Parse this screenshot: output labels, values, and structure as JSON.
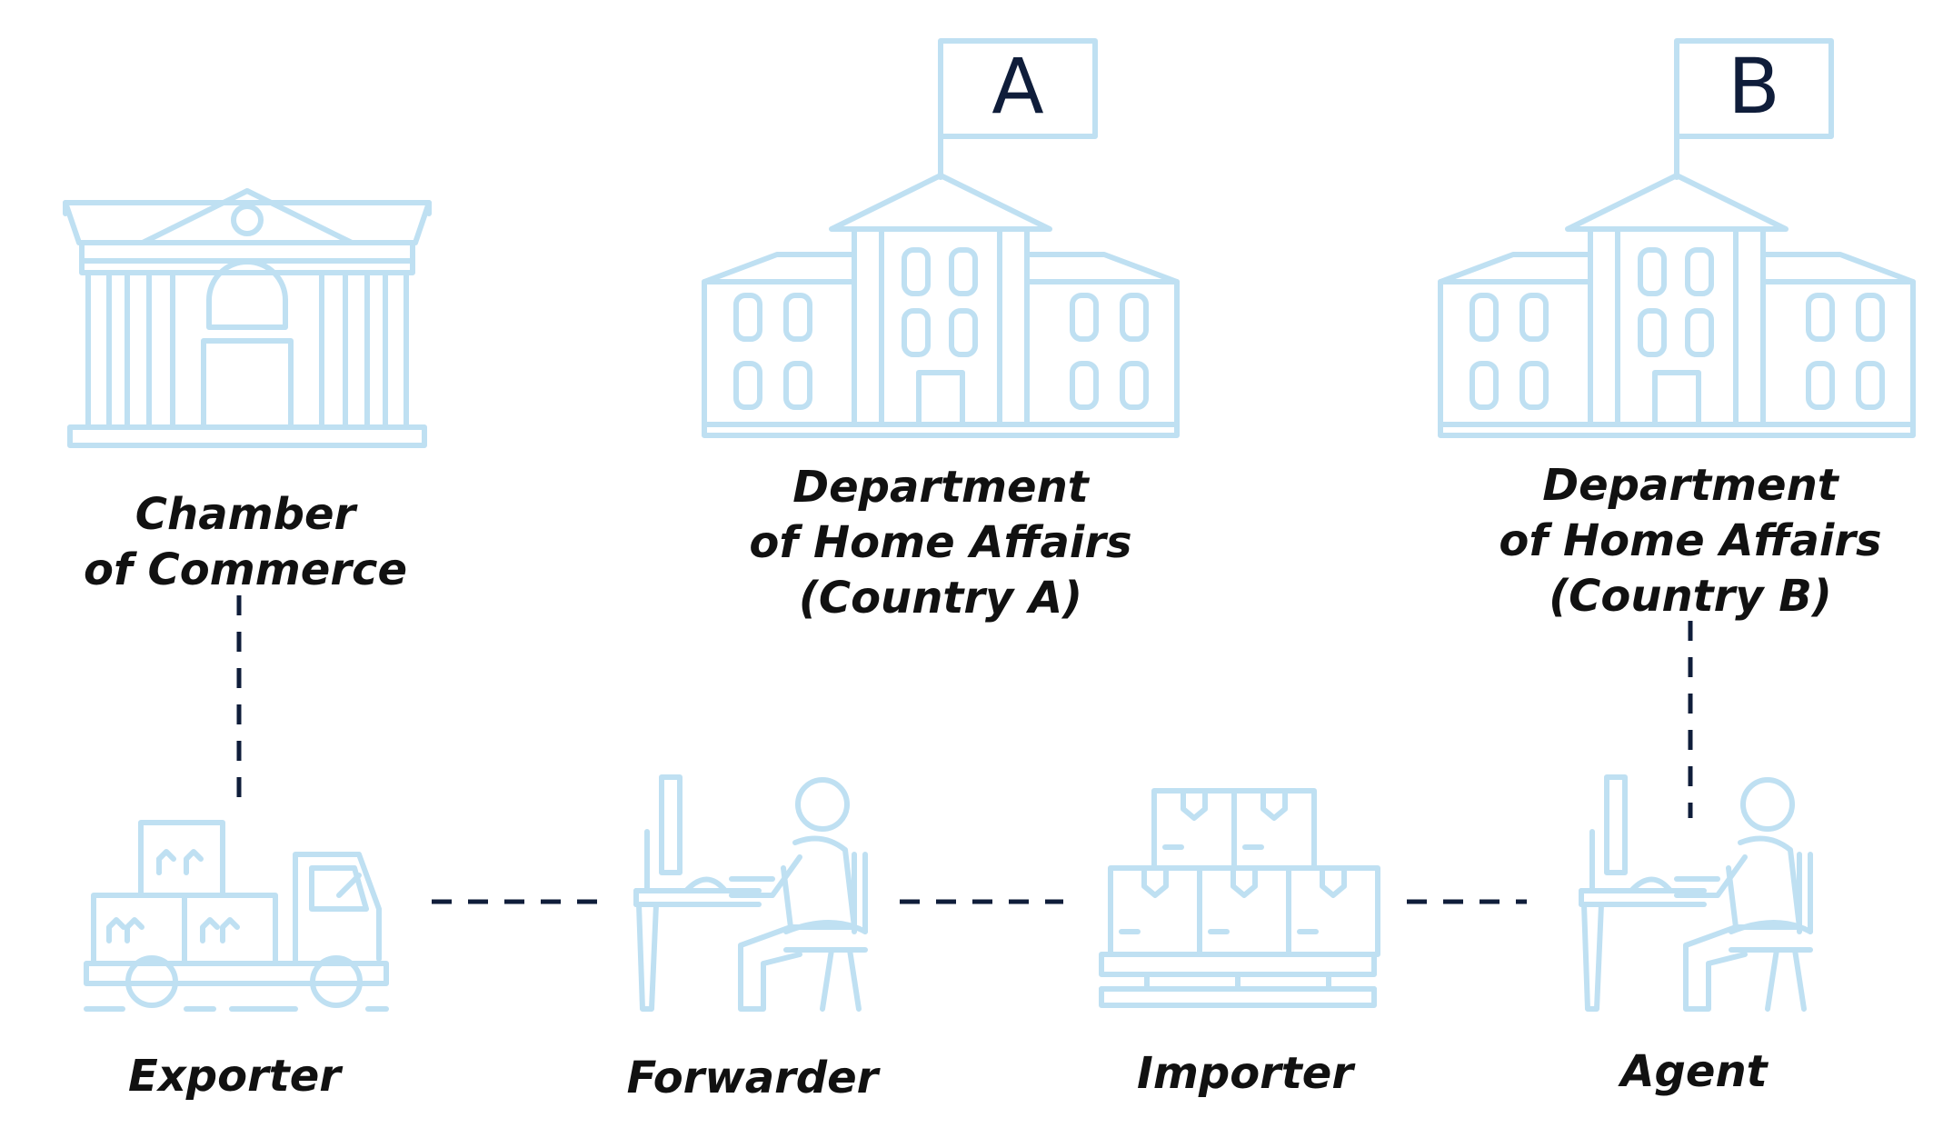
{
  "nodes": {
    "chamber": {
      "line1": "Chamber",
      "line2": "of Commerce"
    },
    "home_affairs_a": {
      "line1": "Department",
      "line2": "of Home Affairs",
      "line3": "(Country A)",
      "flag": "A"
    },
    "home_affairs_b": {
      "line1": "Department",
      "line2": "of Home Affairs",
      "line3": "(Country B)",
      "flag": "B"
    },
    "exporter": {
      "label": "Exporter"
    },
    "forwarder": {
      "label": "Forwarder"
    },
    "importer": {
      "label": "Importer"
    },
    "agent": {
      "label": "Agent"
    }
  },
  "icons": {
    "chamber": "classical-building-icon",
    "government": "government-building-icon",
    "exporter": "delivery-truck-icon",
    "forwarder": "desk-worker-icon",
    "importer": "pallet-boxes-icon",
    "agent": "desk-worker-icon"
  },
  "colors": {
    "icon_stroke": "#bfe0f2",
    "connector": "#0f1d3a",
    "label_text": "#111111",
    "flag_letter": "#0f1d3a"
  }
}
